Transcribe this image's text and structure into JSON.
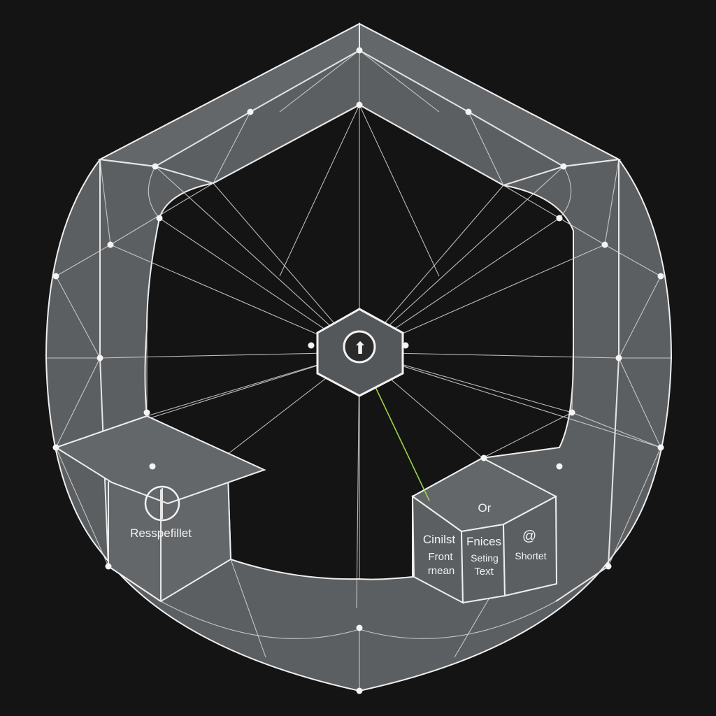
{
  "colors": {
    "background": "#141414",
    "face": "#5c5f61",
    "stroke": "#eeeeee",
    "accent_line": "#9bd34a"
  },
  "center_node": {
    "icon": "up-arrow-icon",
    "glyph": "⬆"
  },
  "left_panel": {
    "label": "Resspefillet"
  },
  "right_box": {
    "top_label": "Or",
    "face_left": [
      "Cinilst",
      "Front",
      "rnean"
    ],
    "face_middle": [
      "Fnices",
      "Seting",
      "Text"
    ],
    "face_right": [
      "@",
      "Shortet"
    ]
  }
}
